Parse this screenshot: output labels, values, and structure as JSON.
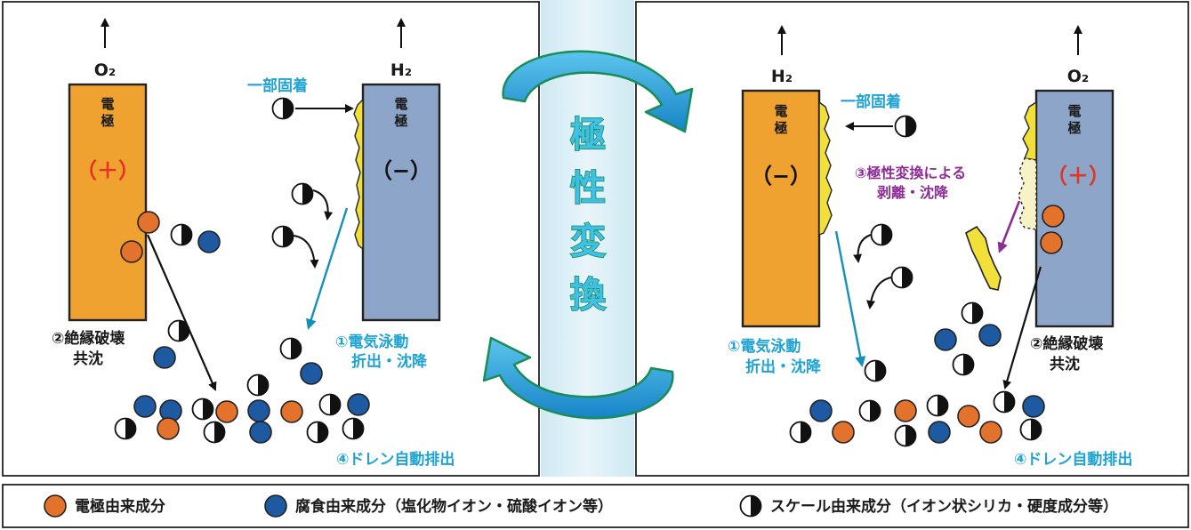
{
  "colors": {
    "electrode_orange": "#efa230",
    "electrode_blue": "#8ca5c8",
    "deposit_yellow": "#f2e03a",
    "electrode_particle": "#e3732c",
    "corrosion_particle": "#1e5aa2",
    "cyan_text": "#1fa3d4",
    "purple_text": "#8e2c95",
    "red_sign": "#e33322",
    "reversal_arrow": "#1fa0dc"
  },
  "center": {
    "title_chars": [
      "極",
      "性",
      "変",
      "換"
    ]
  },
  "left_panel": {
    "gas_left": "O₂",
    "gas_right": "H₂",
    "electrode_left": {
      "label_line1": "電",
      "label_line2": "極",
      "sign": "（＋）"
    },
    "electrode_right": {
      "label_line1": "電",
      "label_line2": "極",
      "sign": "（−）"
    },
    "partial_adhesion": "一部固着",
    "breakdown_line1": "②絶縁破壊",
    "breakdown_line2": "共沈",
    "electrophoresis_line1": "①電気泳動",
    "electrophoresis_line2": "折出・沈降",
    "drain": "④ドレン自動排出"
  },
  "right_panel": {
    "gas_left": "H₂",
    "gas_right": "O₂",
    "electrode_left": {
      "label_line1": "電",
      "label_line2": "極",
      "sign": "（−）"
    },
    "electrode_right": {
      "label_line1": "電",
      "label_line2": "極",
      "sign": "（＋）"
    },
    "partial_adhesion": "一部固着",
    "peeling_line1": "③極性変換による",
    "peeling_line2": "剥離・沈降",
    "breakdown_line1": "②絶縁破壊",
    "breakdown_line2": "共沈",
    "electrophoresis_line1": "①電気泳動",
    "electrophoresis_line2": "折出・沈降",
    "drain": "④ドレン自動排出"
  },
  "legend": {
    "electrode": "電極由来成分",
    "corrosion": "腐食由来成分（塩化物イオン・硫酸イオン等）",
    "scale": "スケール由来成分（イオン状シリカ・硬度成分等）"
  }
}
